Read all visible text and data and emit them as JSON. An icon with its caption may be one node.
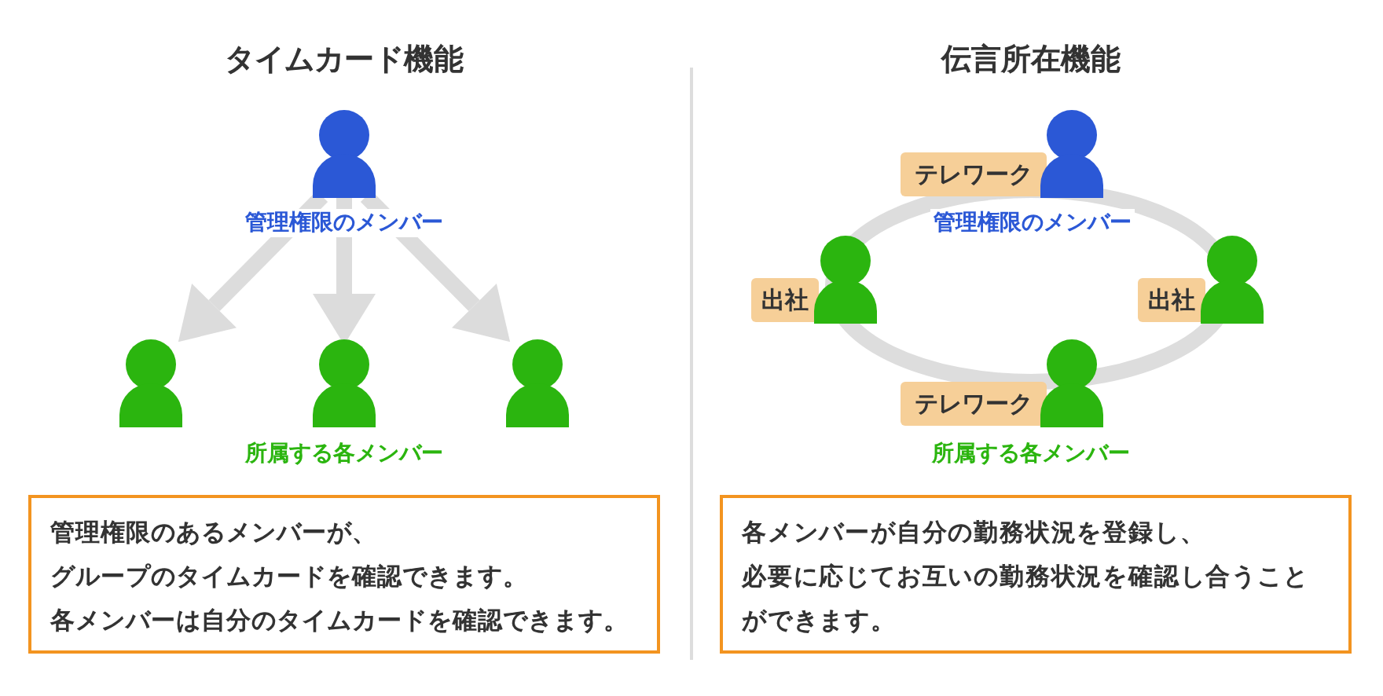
{
  "diagram": {
    "nodes": [
      {
        "text": [],
        "shape": "person",
        "beside": [
          "管理権限のメンバー"
        ]
      },
      {
        "text": [],
        "shape": "person"
      },
      {
        "text": [],
        "shape": "person"
      },
      {
        "text": [],
        "shape": "person"
      },
      {
        "text": [
          "テレワーク"
        ]
      },
      {
        "text": [],
        "shape": "person",
        "beside": [
          "管理権限のメンバー"
        ]
      },
      {
        "text": [
          "出社"
        ]
      },
      {
        "text": [],
        "shape": "person"
      },
      {
        "text": [
          "出社"
        ]
      },
      {
        "text": [],
        "shape": "person"
      },
      {
        "text": [
          "テレワーク"
        ]
      },
      {
        "text": [],
        "shape": "person"
      },
      {
        "text": [
          "管理権限のあるメンバーが、",
          "グループのタイムカードを確認できます。",
          "各メンバーは自分のタイムカードを確認できます。"
        ]
      },
      {
        "text": [
          "各メンバーが自分の勤務状況を登録し、",
          "必要に応じてお互いの勤務状況を確認し合うことができます。"
        ]
      }
    ],
    "edges": [
      {
        "from": 0,
        "to": 1,
        "arrow": "to"
      },
      {
        "from": 0,
        "to": 2,
        "arrow": "to"
      },
      {
        "from": 0,
        "to": 3,
        "arrow": "to"
      }
    ],
    "labels": [
      "タイムカード機能",
      "所属する各メンバー",
      "伝言所在機能",
      "所属する各メンバー"
    ]
  }
}
